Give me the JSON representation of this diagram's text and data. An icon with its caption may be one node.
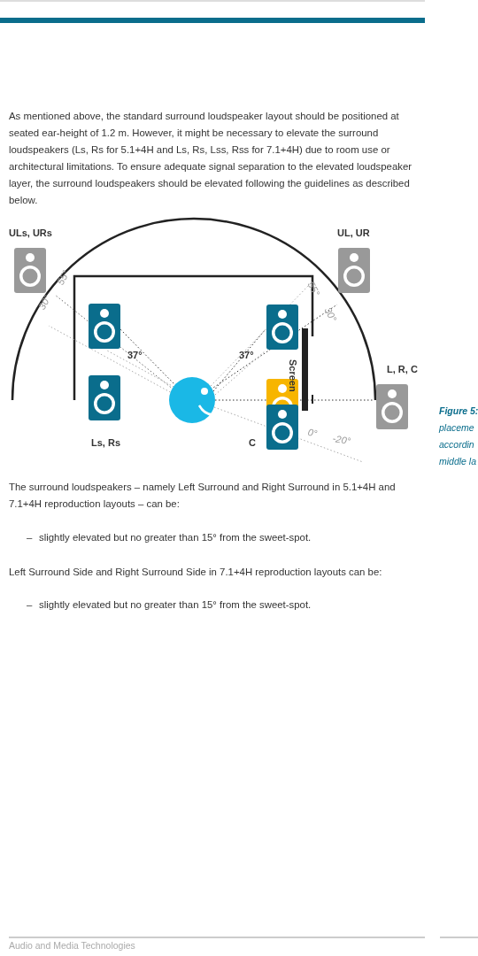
{
  "diagram": {
    "labels": [
      "As mentioned above, the standard surround loudspeaker layout should be positioned at seated ear-height of 1.2 m. However, it might be necessary to elevate the surround loudspeakers (Ls, Rs for 5.1+4H and Ls, Rs, Lss, Rss for 7.1+4H) due to room use or architectural limitations. To ensure adequate signal separation to the elevated loudspeaker layer, the surround loudspeakers should be elevated following the guidelines as described below.",
      "ULs, URs",
      "UL, UR",
      "55°",
      "55°",
      "30°",
      "30°",
      "37°",
      "37°",
      "Screen",
      "L, R, C",
      "Figure 5:",
      "0°",
      "-20°",
      "placeme",
      "Ls, Rs",
      "C",
      "accordin",
      "middle la",
      "The surround loudspeakers – namely Left Surround and Right Surround in 5.1+4H and 7.1+4H reproduction layouts – can be:",
      "–",
      "slightly elevated but no greater than 15° from the sweet-spot.",
      "Left Surround Side and Right Surround Side in 7.1+4H reproduction layouts can be:",
      "–",
      "slightly elevated but no greater than 15° from the sweet-spot.",
      "Audio and Media Technologies"
    ]
  }
}
